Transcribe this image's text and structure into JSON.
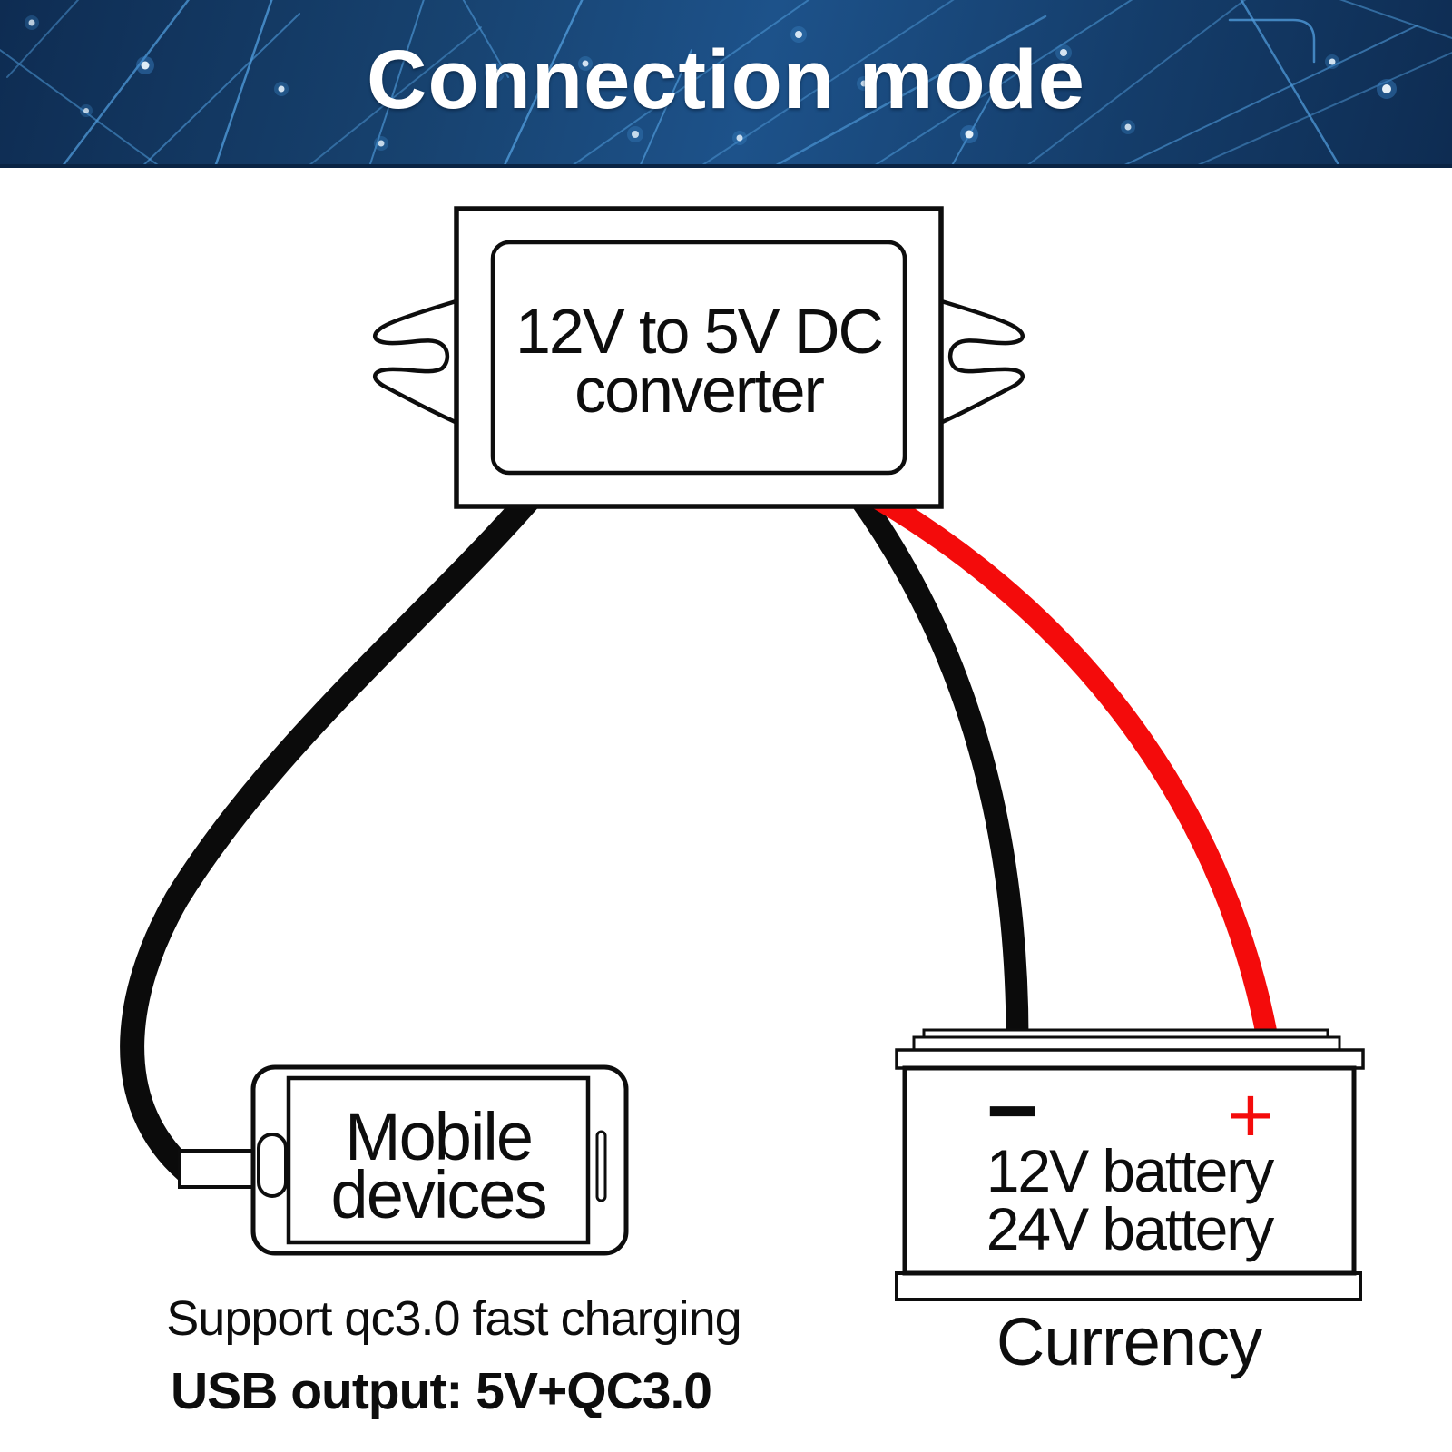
{
  "header": {
    "title": "Connection mode",
    "background_color": "#17426f",
    "streak_color": "#4f9ad8",
    "bottom_border_color": "#0a2444",
    "title_color": "#ffffff"
  },
  "diagram": {
    "converter": {
      "line1": "12V to 5V DC",
      "line2": "converter"
    },
    "mobile_device": {
      "line1": "Mobile",
      "line2": "devices"
    },
    "battery": {
      "negative_symbol": "−",
      "positive_symbol": "+",
      "line1": "12V battery",
      "line2": "24V battery",
      "caption": "Currency"
    },
    "wires": {
      "negative_color": "#0b0b0b",
      "positive_color": "#f40b0b",
      "outline_color": "#0d0d0d"
    }
  },
  "footer": {
    "support_line": "Support qc3.0 fast charging",
    "usb_line": "USB output: 5V+QC3.0"
  }
}
